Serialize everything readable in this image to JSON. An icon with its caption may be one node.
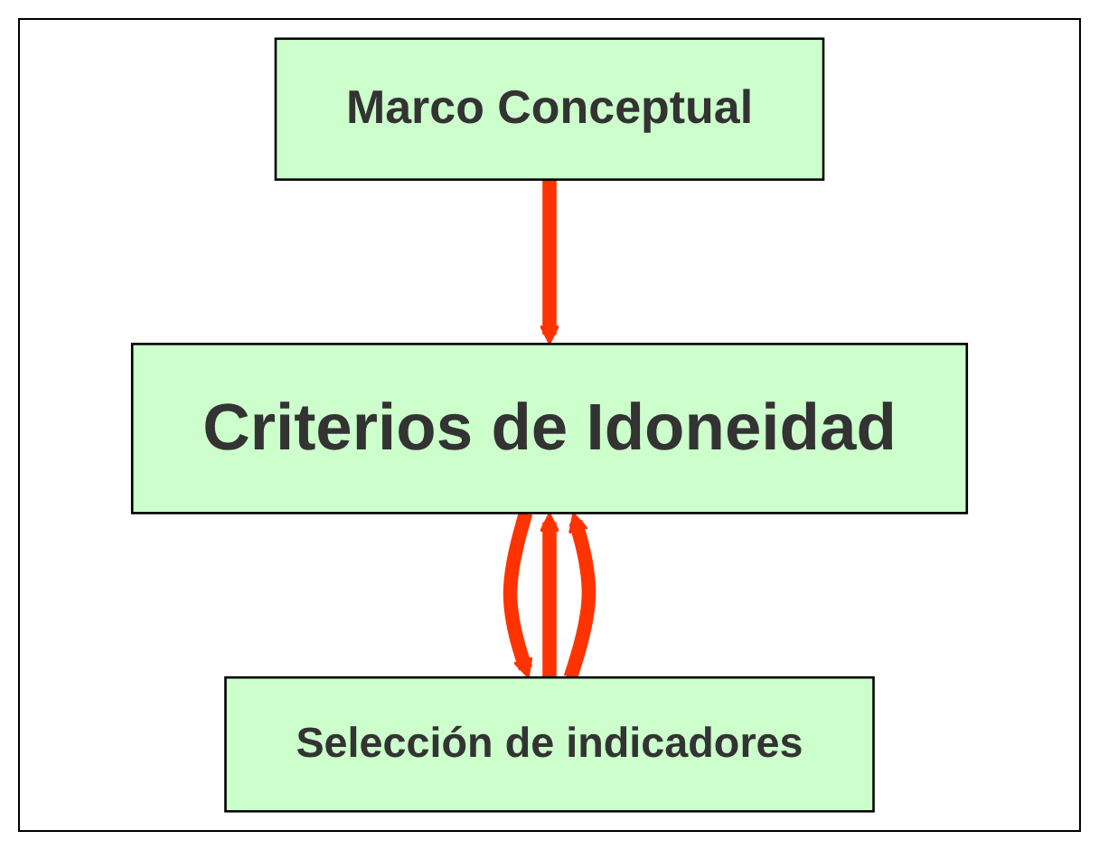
{
  "diagram": {
    "nodes": [
      {
        "text": [
          "Marco Conceptual"
        ]
      },
      {
        "text": [
          "Criterios de Idoneidad"
        ]
      },
      {
        "text": [
          "Selección de indicadores"
        ]
      }
    ],
    "edges": [
      {
        "from": 0,
        "to": 1,
        "arrow": "to"
      },
      {
        "from": 1,
        "to": 2,
        "arrow": "to"
      },
      {
        "from": 2,
        "to": 1,
        "arrow": "to"
      },
      {
        "from": 2,
        "to": 1,
        "arrow": "to"
      }
    ]
  }
}
